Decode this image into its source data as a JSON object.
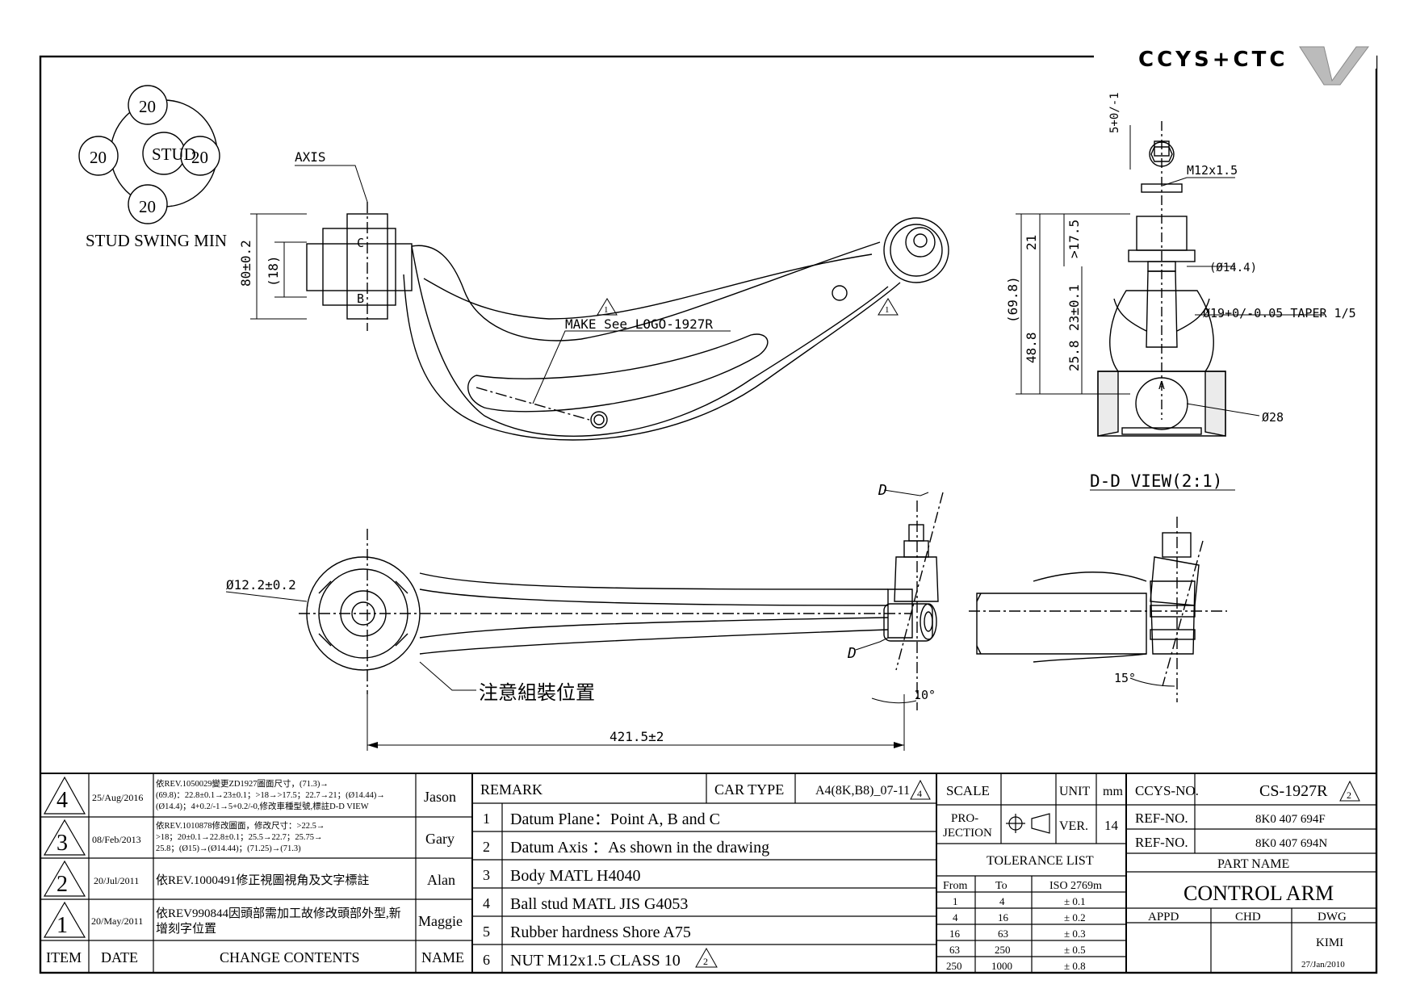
{
  "brand": {
    "logo_text": "CCYS+CTC"
  },
  "stud_swing": {
    "center": "STUD",
    "top": "20",
    "left": "20",
    "right": "20",
    "bottom": "20",
    "caption": "STUD SWING MIN"
  },
  "top_view": {
    "axis_label": "AXIS",
    "point_c": "C",
    "point_b": "B",
    "dim_height": "80±0.2",
    "dim_inner": "(18)",
    "logo_note": "MAKE See LOGO-1927R",
    "rev_mark_1": "1",
    "rev_mark_2": "1"
  },
  "dd_view": {
    "title": "D-D VIEW(2:1)",
    "thread": "M12x1.5",
    "top_dim": "5+0/-1",
    "d_174": ">17.5",
    "d_21": "21",
    "d_23": "23±0.1",
    "d_698": "(69.8)",
    "d_488": "48.8",
    "d_258": "25.8",
    "d_144": "(Ø14.4)",
    "taper": "Ø19+0/-0.05 TAPER 1/5",
    "ball": "Ø28",
    "point_a": "A"
  },
  "front_view": {
    "bushing_dia": "Ø12.2±0.2",
    "assembly_note": "注意組裝位置",
    "length": "421.5±2",
    "angle": "10°",
    "section": "D"
  },
  "side_view": {
    "angle": "15°"
  },
  "revisions": {
    "headers": {
      "item": "ITEM",
      "date": "DATE",
      "contents": "CHANGE CONTENTS",
      "name": "NAME"
    },
    "rows": [
      {
        "item": "4",
        "date": "25/Aug/2016",
        "lines": [
          "依REV.1050029變更ZD1927圖面尺寸，(71.3)→",
          "(69.8)：22.8±0.1→23±0.1；>18→>17.5；22.7→21；(Ø14.44)→",
          "(Ø14.4)；4+0.2/-1→5+0.2/-0,修改車種型號,標註D-D VIEW"
        ],
        "name": "Jason"
      },
      {
        "item": "3",
        "date": "08/Feb/2013",
        "lines": [
          "依REV.1010878修改圖面，修改尺寸：>22.5→",
          ">18；20±0.1→22.8±0.1；25.5→22.7；25.75→",
          "25.8；(Ø15)→(Ø14.44)；(71.25)→(71.3)"
        ],
        "name": "Gary"
      },
      {
        "item": "2",
        "date": "20/Jul/2011",
        "lines": [
          "依REV.1000491修正視圖視角及文字標註"
        ],
        "name": "Alan"
      },
      {
        "item": "1",
        "date": "20/May/2011",
        "lines": [
          "依REV990844因頭部需加工故修改頭部外型,新",
          "增刻字位置"
        ],
        "name": "Maggie"
      }
    ]
  },
  "remarks": {
    "header": "REMARK",
    "car_type_label": "CAR TYPE",
    "car_type": "A4(8K,B8)_07-11",
    "car_type_rev": "4",
    "items": [
      {
        "no": "1",
        "text": "Datum Plane：Point A, B and C"
      },
      {
        "no": "2",
        "text": "Datum Axis ：As shown in the drawing"
      },
      {
        "no": "3",
        "text": "Body MATL H4040"
      },
      {
        "no": "4",
        "text": "Ball stud MATL JIS G4053"
      },
      {
        "no": "5",
        "text": "Rubber hardness Shore A75"
      },
      {
        "no": "6",
        "text": "NUT M12x1.5 CLASS 10",
        "rev": "2"
      }
    ]
  },
  "specs": {
    "scale_label": "SCALE",
    "scale": "",
    "unit_label": "UNIT",
    "unit": "mm",
    "projection_label": "PRO-\nJECTION",
    "projection_1": "PRO-",
    "projection_2": "JECTION",
    "ver_label": "VER.",
    "ver": "14",
    "tolerance_title": "TOLERANCE LIST",
    "tol_headers": {
      "from": "From",
      "to": "To",
      "iso": "ISO 2769m"
    },
    "tolerances": [
      {
        "from": "1",
        "to": "4",
        "tol": "± 0.1"
      },
      {
        "from": "4",
        "to": "16",
        "tol": "± 0.2"
      },
      {
        "from": "16",
        "to": "63",
        "tol": "± 0.3"
      },
      {
        "from": "63",
        "to": "250",
        "tol": "± 0.5"
      },
      {
        "from": "250",
        "to": "1000",
        "tol": "± 0.8"
      }
    ]
  },
  "title_block": {
    "ccys_label": "CCYS-NO.",
    "ccys_no": "CS-1927R",
    "ccys_rev": "2",
    "ref_label_1": "REF-NO.",
    "ref_no_1": "8K0 407 694F",
    "ref_label_2": "REF-NO.",
    "ref_no_2": "8K0 407 694N",
    "part_name_label": "PART NAME",
    "part_name": "CONTROL ARM",
    "appd": "APPD",
    "chd": "CHD",
    "dwg": "DWG",
    "drawer": "KIMI",
    "date": "27/Jan/2010"
  }
}
